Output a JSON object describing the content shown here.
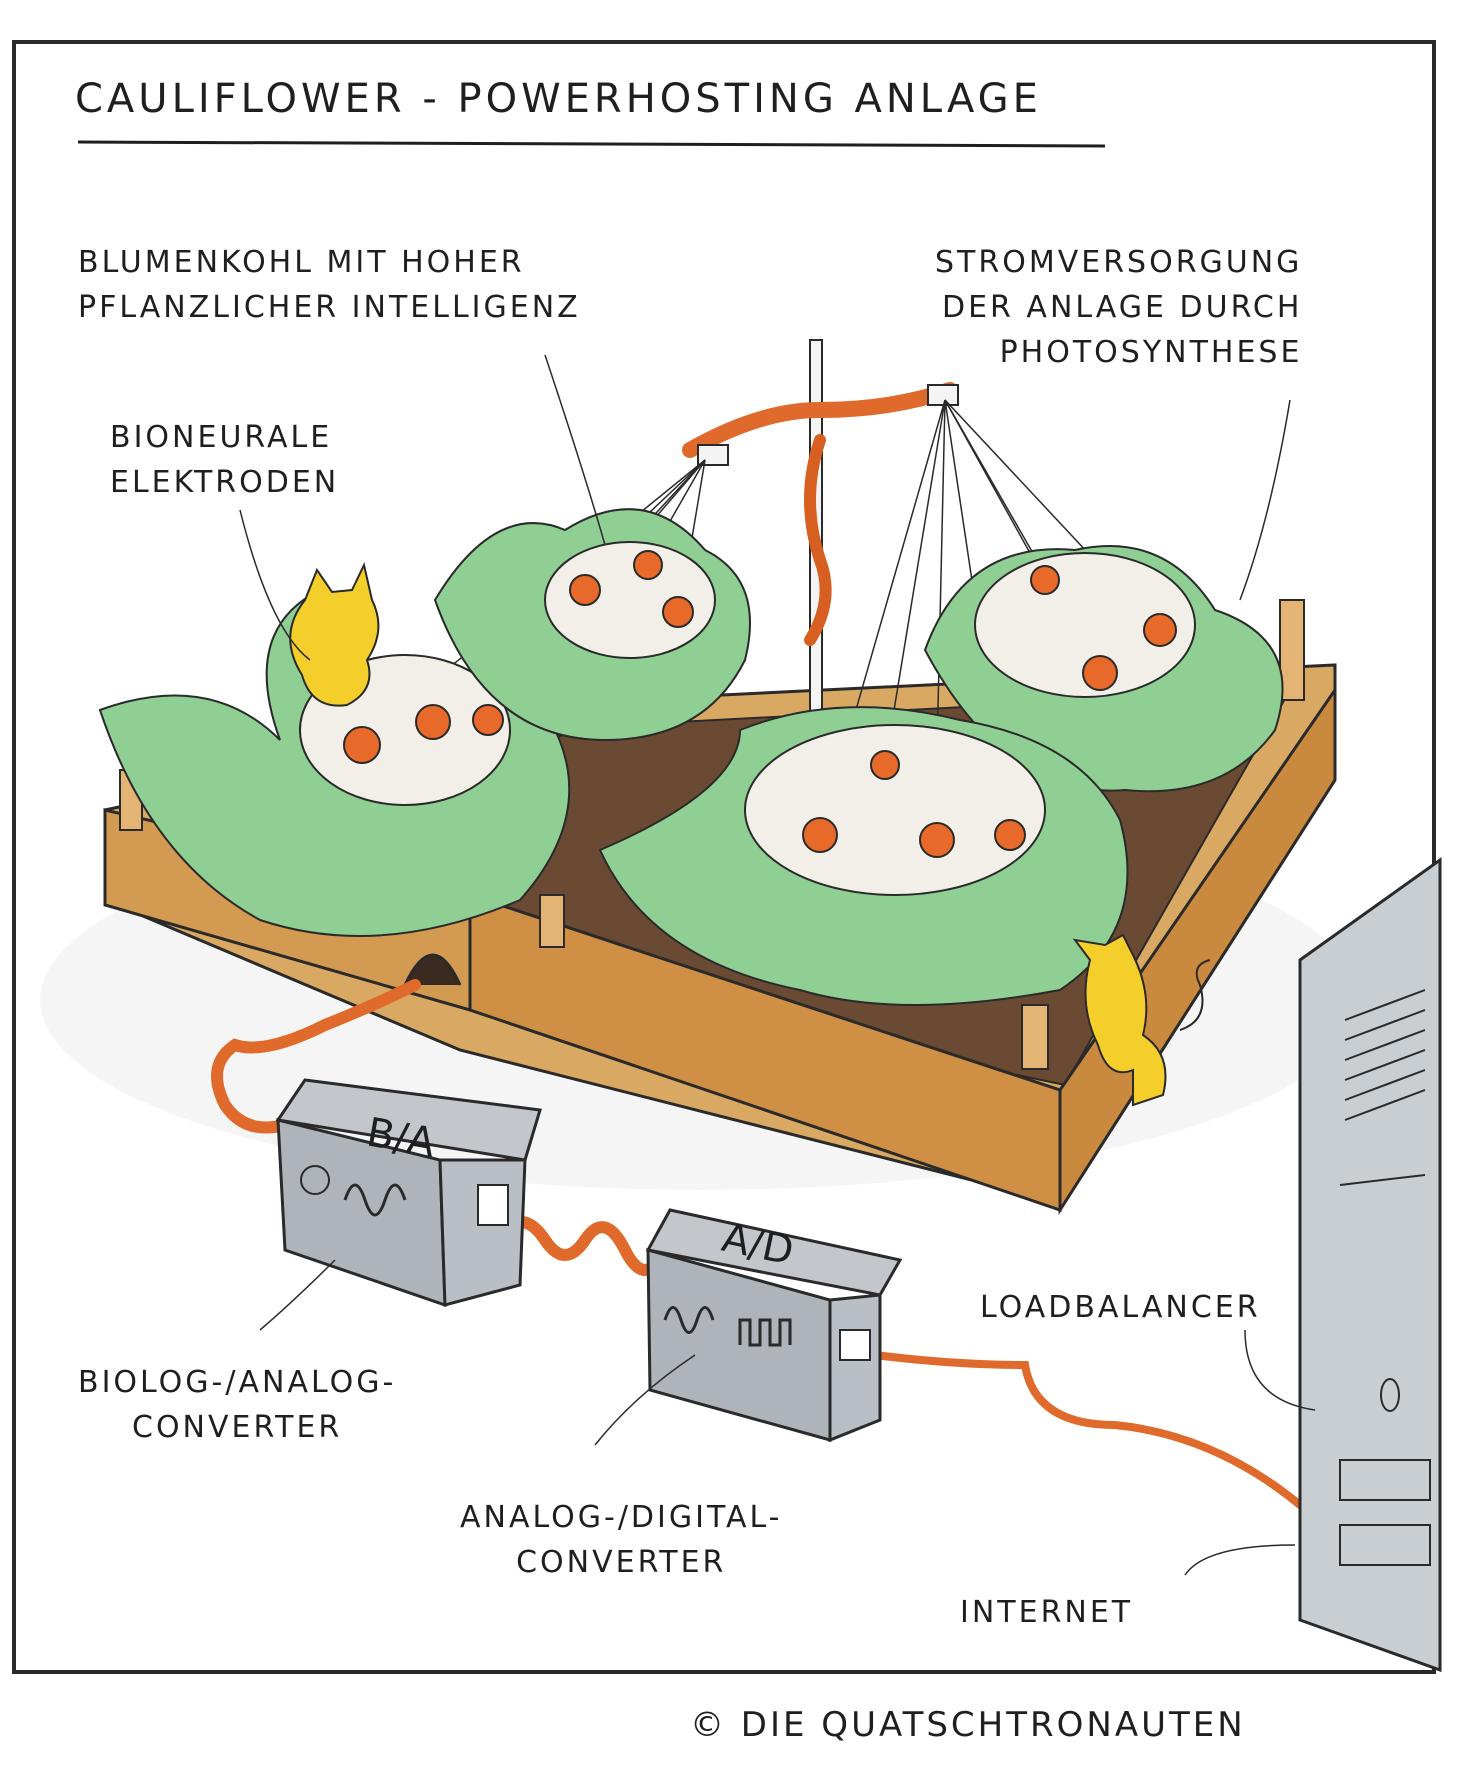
{
  "title": "CAULIFLOWER - POWERHOSTING ANLAGE",
  "labels": {
    "cauliflower": "BLUMENKOHL MIT HOHER\nPFLANZLICHER INTELLIGENZ",
    "power": "STROMVERSORGUNG\nDER ANLAGE DURCH\nPHOTOSYNTHESE",
    "electrodes": "BIONEURALE\nELEKTRODEN",
    "loadbalancer": "LOADBALANCER",
    "bio_converter": "BIOLOG-/ANALOG-\nCONVERTER",
    "ad_converter": "ANALOG-/DIGITAL-\nCONVERTER",
    "internet": "INTERNET"
  },
  "boxes": {
    "ba": "B/A",
    "ad": "A/D"
  },
  "copyright": "© DIE QUATSCHTRONAUTEN"
}
